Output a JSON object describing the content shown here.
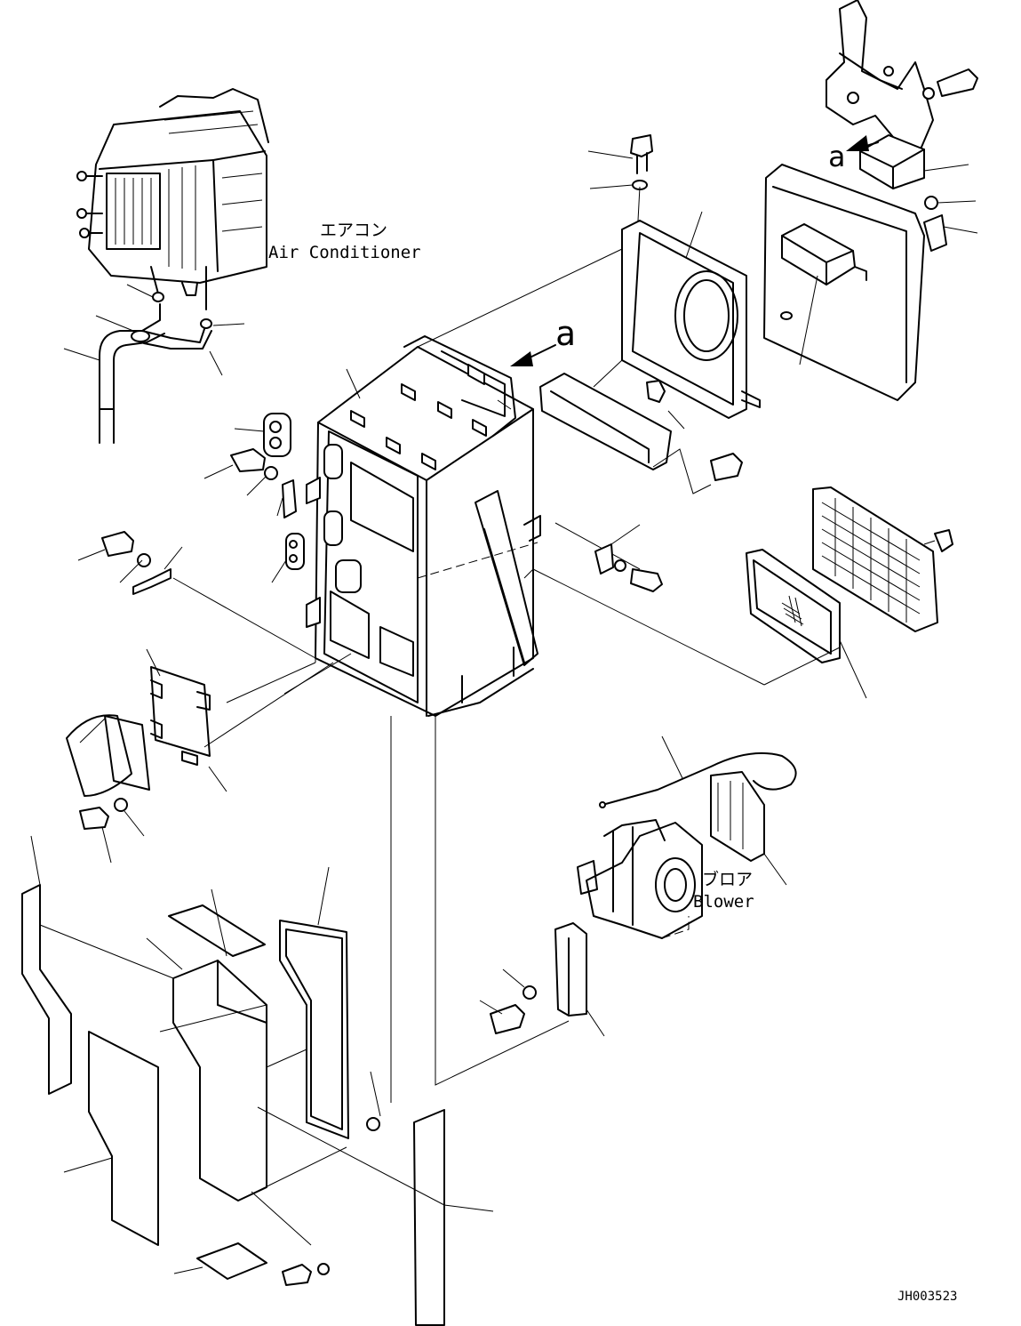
{
  "labels": {
    "air_conditioner_jp": "エアコン",
    "air_conditioner_en": "Air Conditioner",
    "blower_jp": "ブロア",
    "blower_en": "Blower",
    "view_mark_main": "a",
    "view_mark_detail": "a",
    "drawing_number": "JH003523"
  }
}
